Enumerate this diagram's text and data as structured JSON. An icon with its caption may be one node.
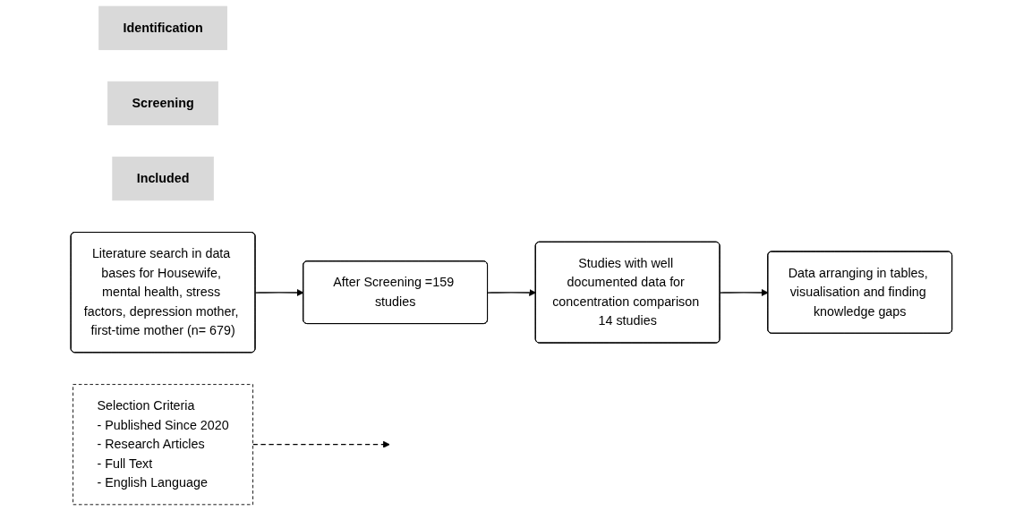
{
  "diagram": {
    "nodes": [
      {
        "text": [
          "Identification"
        ]
      },
      {
        "text": [
          "Screening"
        ]
      },
      {
        "text": [
          "Included"
        ]
      },
      {
        "text": [
          "Literature search in data bases for Housewife, mental health, stress factors, depression mother, first-time mother (n= 679)"
        ]
      },
      {
        "text": [
          "After Screening =159 studies"
        ]
      },
      {
        "text": [
          "Studies with well documented data for concentration comparison 14 studies"
        ]
      },
      {
        "text": [
          "Data arranging in tables, visualisation and finding knowledge gaps"
        ]
      },
      {
        "text": [
          "Selection Criteria",
          "- Published Since 2020",
          "- Research Articles",
          "- Full Text",
          "- English Language"
        ]
      }
    ],
    "edges": [
      {
        "from": 3,
        "to": 4,
        "arrow": "to"
      },
      {
        "from": 4,
        "to": 5,
        "arrow": "to"
      },
      {
        "from": 5,
        "to": 6,
        "arrow": "to"
      },
      {
        "from": 7,
        "to": null,
        "arrow": "to",
        "style": "dashed"
      }
    ]
  }
}
